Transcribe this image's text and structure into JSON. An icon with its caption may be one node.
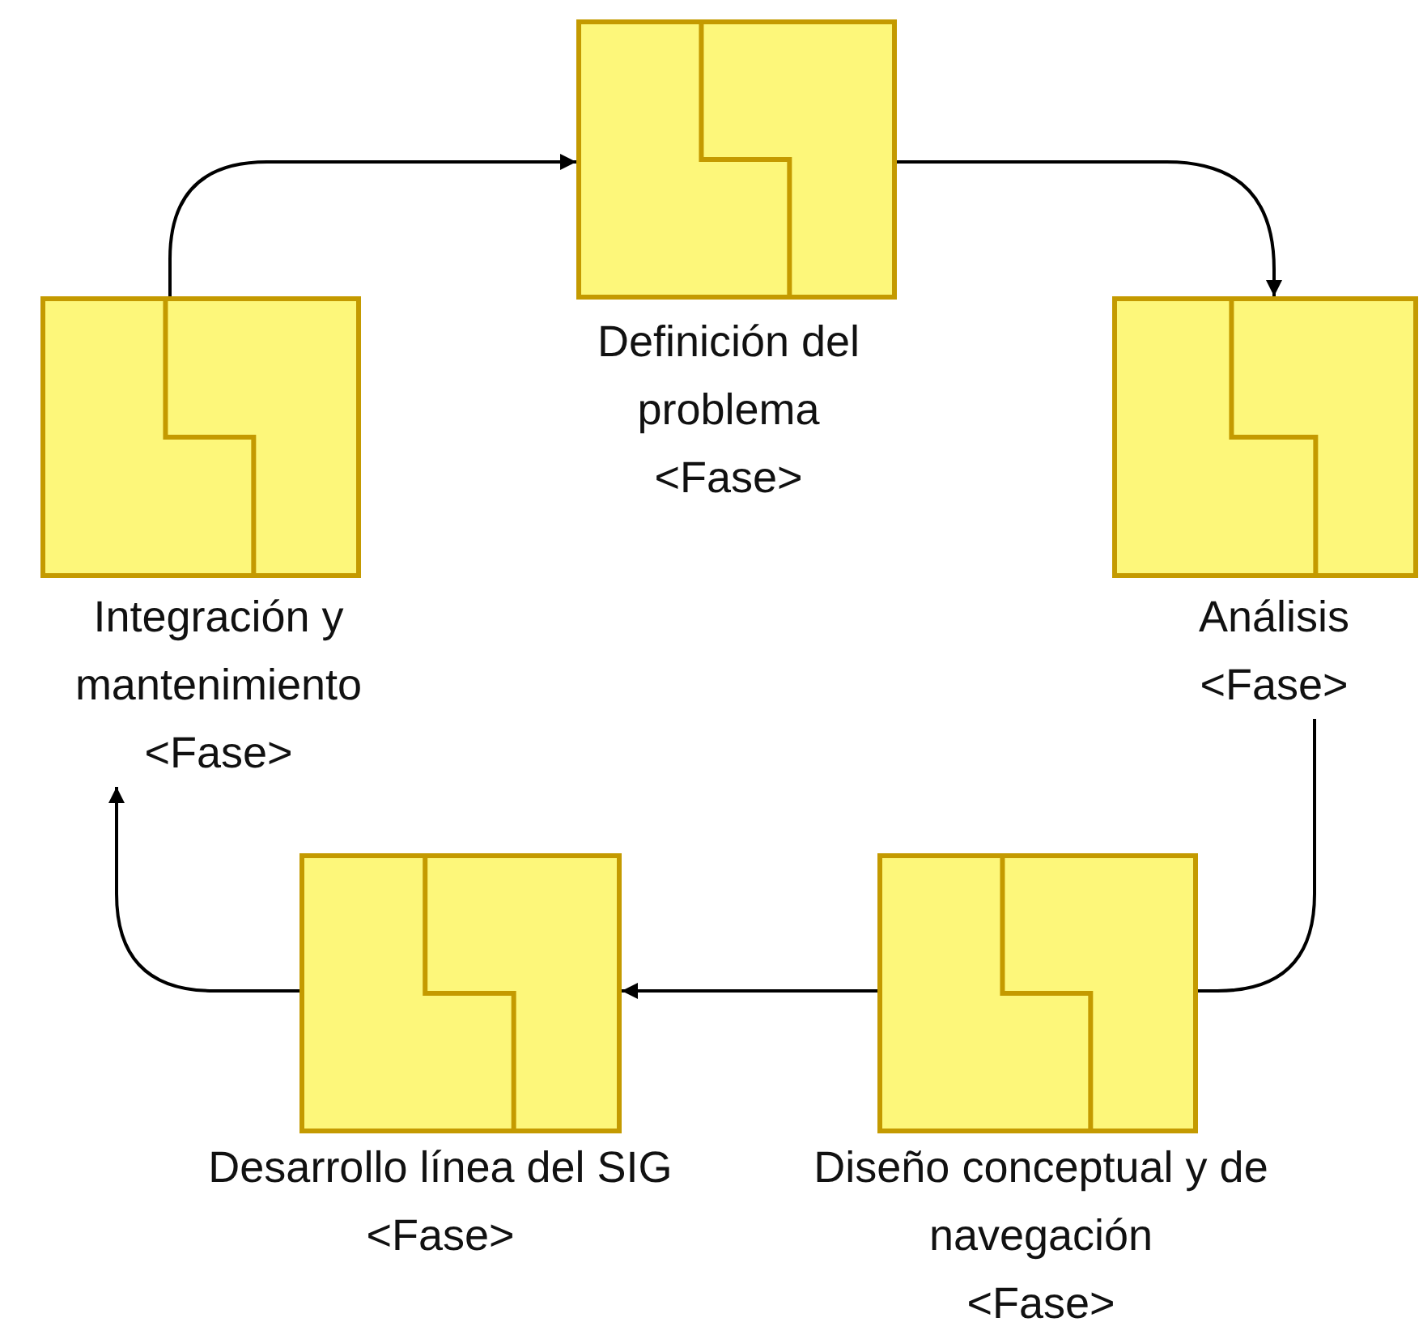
{
  "diagram": {
    "nodes": [
      {
        "text": [
          "Definición del problema",
          "<Fase>"
        ]
      },
      {
        "text": [
          "Análisis",
          "<Fase>"
        ]
      },
      {
        "text": [
          "Diseño conceptual y de navegación",
          "<Fase>"
        ]
      },
      {
        "text": [
          "Desarrollo línea del SIG",
          "<Fase>"
        ]
      },
      {
        "text": [
          "Integración y mantenimiento",
          "<Fase>"
        ]
      }
    ],
    "edges": [
      {
        "from": 4,
        "to": 0,
        "arrow": "to"
      },
      {
        "from": 0,
        "to": 1,
        "arrow": "to"
      },
      {
        "from": 1,
        "to": 2,
        "arrow": "to"
      },
      {
        "from": 2,
        "to": 3,
        "arrow": "to"
      },
      {
        "from": 3,
        "to": 4,
        "arrow": "to"
      }
    ]
  }
}
